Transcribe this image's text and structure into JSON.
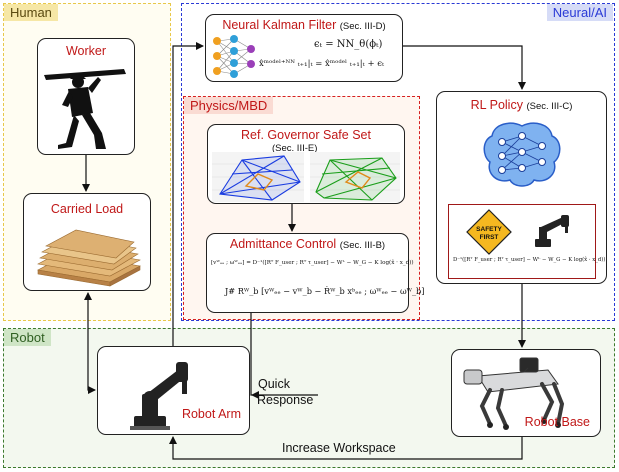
{
  "regions": {
    "human": "Human",
    "neural_ai": "Neural/AI",
    "physics_mbd": "Physics/MBD",
    "robot": "Robot"
  },
  "nodes": {
    "worker": {
      "title": "Worker",
      "icon": "worker-carrying-beam-icon"
    },
    "carried_load": {
      "title": "Carried Load",
      "icon": "wooden-planks-image"
    },
    "neural_kalman": {
      "title": "Neural Kalman Filter",
      "section": "(Sec. III-D)",
      "eq1": "ϵₜ = NN_θ(ϕₜ)",
      "eq2": "x̂ᵐᵒᵈᵉˡ⁺ᴺᴺ ₜ₊₁|ₜ = x̂ᵐᵒᵈᵉˡ ₜ₊₁|ₜ + ϵₜ",
      "icon": "neural-network-icon"
    },
    "governor": {
      "title": "Ref. Governor Safe Set",
      "section": "(Sec. III-E)",
      "icon": "safe-set-polytope-plots"
    },
    "admittance": {
      "title": "Admittance Control",
      "section": "(Sec. III-B)",
      "eq1": "[vᵂₑₑ ; ωᵂₑₑ] = D⁻¹([Rᵀ F_user ; Rᵀ τ_user] − Wᴸ − W_G − K log(x̂ · x_d))",
      "eq2": "J# Rᵂ_b [vᵂₑₑ − vᵂ_b − Ṙᵂ_b xᵇₑₑ ; ωᵂₑₑ − ωᵂ_b]"
    },
    "rl_policy": {
      "title": "RL Policy",
      "section": "(Sec. III-C)",
      "eq": "D⁻¹([Rᵀ F_user ; Rᵀ τ_user] − Wᴸ − W_G − K log(x̂ · x_d))",
      "safety_sign": [
        "SAFETY",
        "FIRST"
      ],
      "icon": "brain-network-icon",
      "arm_icon": "robot-arm-icon"
    },
    "robot_arm": {
      "title": "Robot Arm",
      "icon": "robot-arm-icon"
    },
    "robot_base": {
      "title": "Robot Base",
      "icon": "quadruped-robot-icon"
    }
  },
  "edges": {
    "quick_response": [
      "Quick",
      "Response"
    ],
    "increase_workspace": "Increase Workspace"
  },
  "colors": {
    "human_border": "#e8c84a",
    "human_fill": "#fffdf2",
    "neural_border": "#2a3ad6",
    "physics_border": "#d62020",
    "physics_fill": "#fff6f0",
    "robot_border": "#3c7a2e",
    "robot_fill": "#f3f8ef",
    "title_red": "#c01818"
  }
}
